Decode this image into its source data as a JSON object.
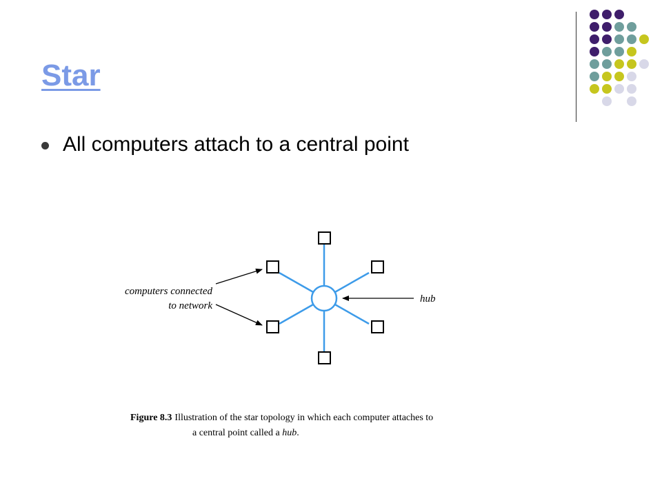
{
  "slide": {
    "title": "Star",
    "bullets": [
      "All computers attach to a central point"
    ]
  },
  "diagram": {
    "label_computers_line1": "computers connected",
    "label_computers_line2": "to network",
    "label_hub": "hub",
    "caption_figure": "Figure 8.3",
    "caption_line1": "Illustration of the star topology in which each computer attaches to",
    "caption_line2_prefix": "a central point called a ",
    "caption_line2_emph": "hub",
    "caption_line2_suffix": "."
  },
  "colors": {
    "title": "#7b9ae6",
    "link_lines": "#3d9be9",
    "dot_purple": "#3f1e6b",
    "dot_teal": "#6f9e9c",
    "dot_yellow": "#c6c61e",
    "dot_lavender": "#d8d8e8"
  }
}
